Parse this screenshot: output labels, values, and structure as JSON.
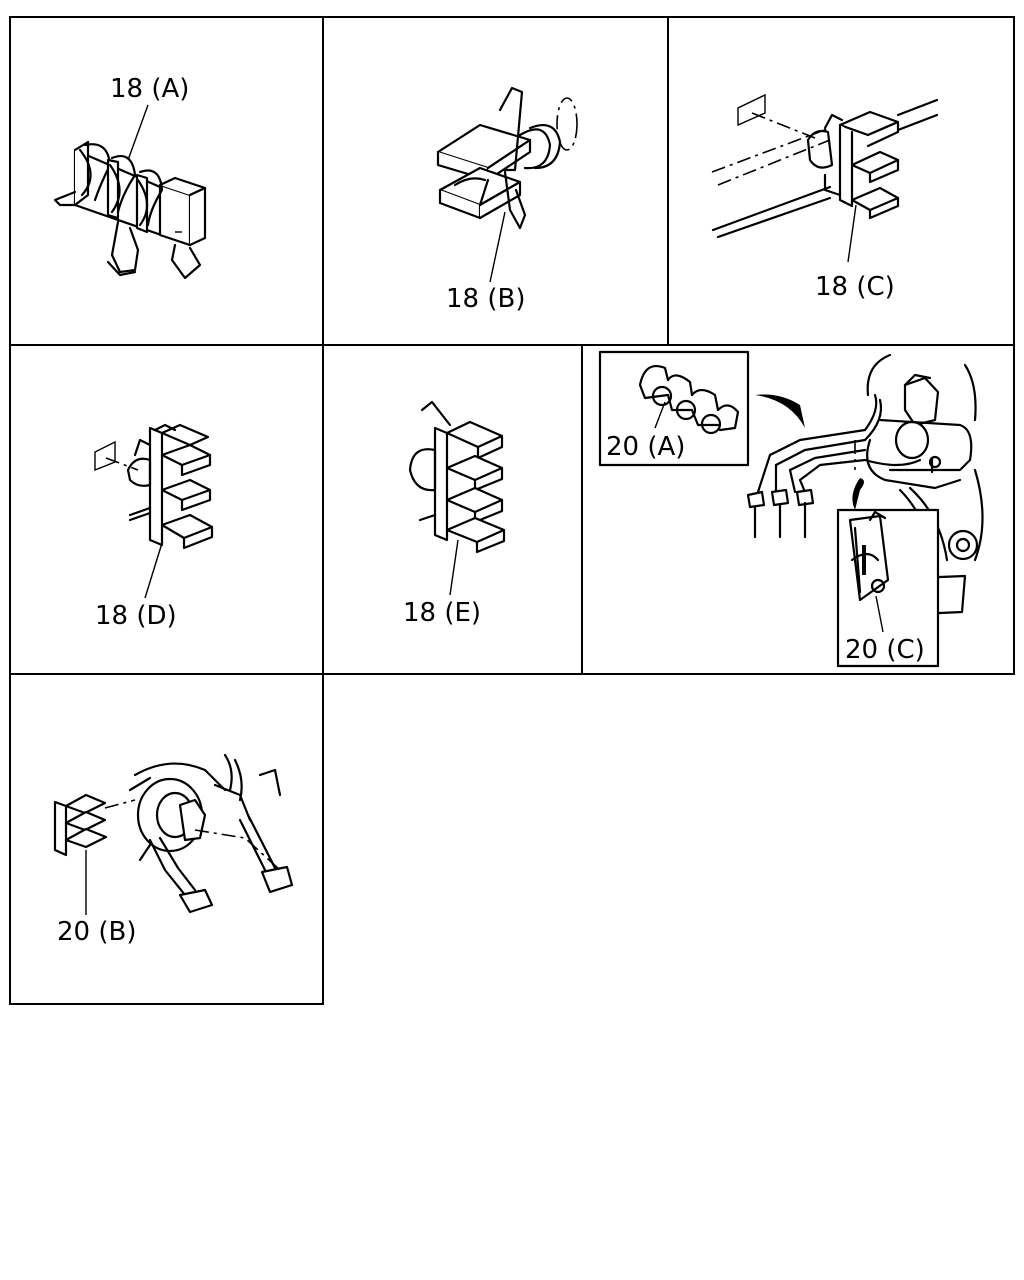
{
  "parts": {
    "p18a": "18 (A)",
    "p18b": "18 (B)",
    "p18c": "18 (C)",
    "p18d": "18 (D)",
    "p18e": "18 (E)",
    "p20a": "20 (A)",
    "p20b": "20 (B)",
    "p20c": "20 (C)"
  }
}
